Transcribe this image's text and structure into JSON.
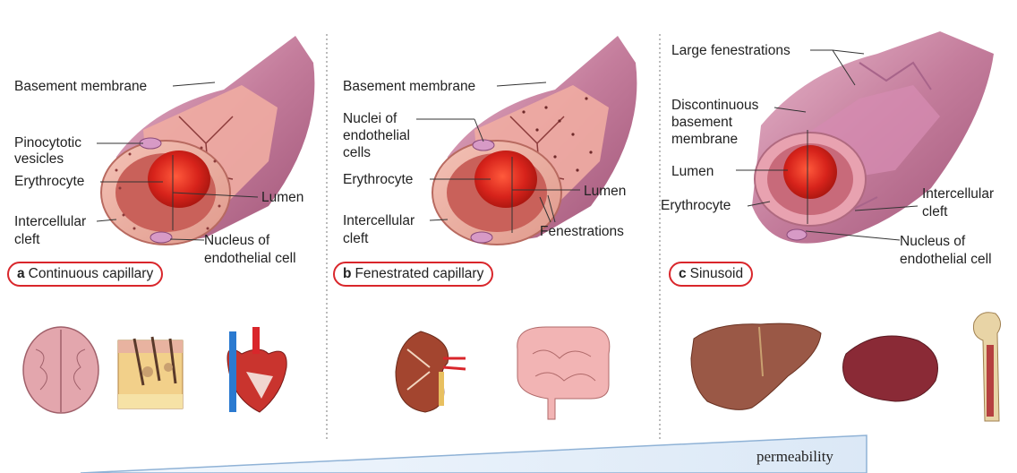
{
  "panels": [
    {
      "letter": "a",
      "title": "Continuous capillary",
      "labels": {
        "basement": "Basement membrane",
        "pino1": "Pinocytotic",
        "pino2": "vesicles",
        "erythro": "Erythrocyte",
        "lumen": "Lumen",
        "cleft1": "Intercellular",
        "cleft2": "cleft",
        "nucleus1": "Nucleus of",
        "nucleus2": "endothelial cell"
      },
      "organs": [
        "brain-icon",
        "skin-icon",
        "heart-icon"
      ]
    },
    {
      "letter": "b",
      "title": "Fenestrated capillary",
      "labels": {
        "basement": "Basement membrane",
        "nuclei1": "Nuclei of",
        "nuclei2": "endothelial",
        "nuclei3": "cells",
        "erythro": "Erythrocyte",
        "lumen": "Lumen",
        "cleft1": "Intercellular",
        "cleft2": "cleft",
        "fenestrations": "Fenestrations"
      },
      "organs": [
        "kidney-icon",
        "intestine-icon"
      ]
    },
    {
      "letter": "c",
      "title": "Sinusoid",
      "labels": {
        "large": "Large fenestrations",
        "disc1": "Discontinuous",
        "disc2": "basement",
        "disc3": "membrane",
        "lumen": "Lumen",
        "erythro": "Erythrocyte",
        "cleft1": "Intercellular",
        "cleft2": "cleft",
        "nucleus1": "Nucleus of",
        "nucleus2": "endothelial cell"
      },
      "organs": [
        "liver-icon",
        "spleen-icon",
        "bone-marrow-icon"
      ]
    }
  ],
  "permeability_label": "permeability",
  "colors": {
    "highlight": "#d9262b",
    "vessel_outer": "#c98aa6",
    "vessel_wall": "#e8a9a0",
    "erythrocyte": "#d7231b",
    "arrow_fill": "#e8f1fb",
    "arrow_stroke": "#8fb2d6"
  }
}
